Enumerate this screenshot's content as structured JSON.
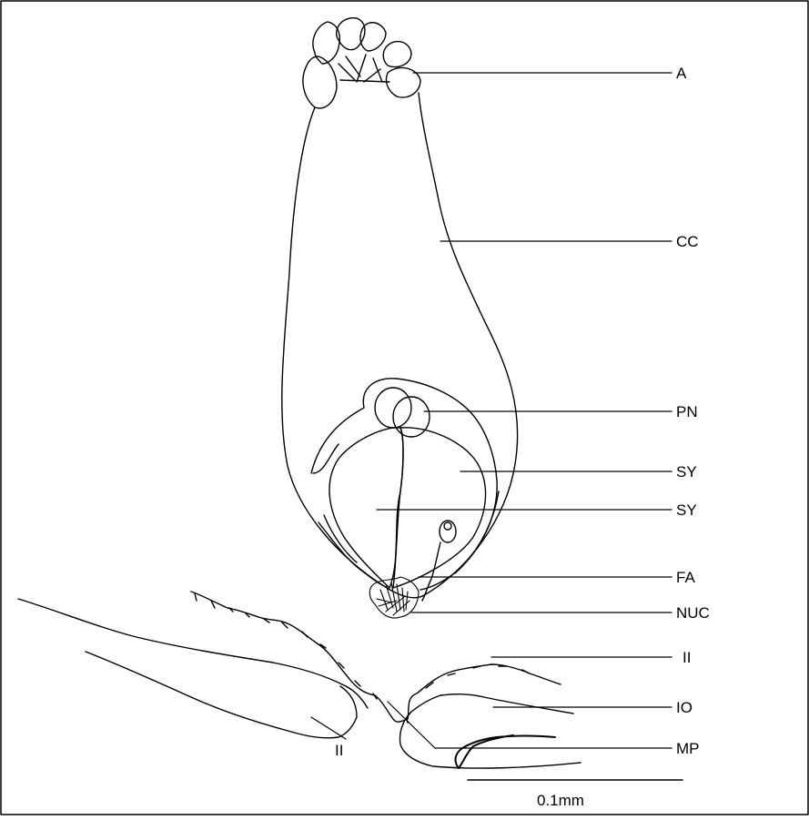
{
  "labels": {
    "a": "A",
    "cc": "CC",
    "pn": "PN",
    "sy1": "SY",
    "sy2": "SY",
    "fa": "FA",
    "nuc": "NUC",
    "ii_right": "II",
    "io": "IO",
    "mp": "MP",
    "ii_left": "II"
  },
  "scale_bar": {
    "label": "0.1mm"
  }
}
